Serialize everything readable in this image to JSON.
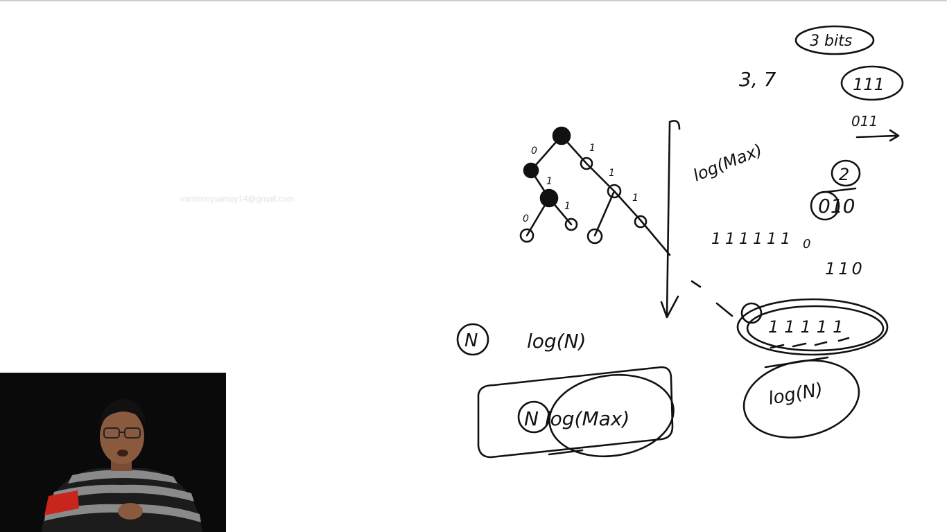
{
  "watermark": {
    "text": "varshneysamay14@gmail.com"
  },
  "whiteboard": {
    "labels": {
      "bits": "3 bits",
      "numbers": "3, 7",
      "binary_111": "111",
      "binary_011": "011",
      "two": "2",
      "binary_010": "010",
      "ones_row": "111111",
      "zero": "0",
      "binary_110": "110",
      "log_max_vertical": "log(Max)",
      "n_circled": "N",
      "log_n": "log(N)",
      "n_log_max": "N log(Max)",
      "log_n_circled": "log(N)",
      "underlined_ones": "11111",
      "edge_0": "0",
      "edge_1": "1"
    }
  },
  "webcam": {
    "description_icon": "presenter-video-icon",
    "colors": {
      "background": "#0a0a0a",
      "sweater_dark": "#1c1c1c",
      "sweater_gray": "#8a8a8a",
      "sweater_red": "#c8261d",
      "skin": "#8a5a3f"
    }
  }
}
